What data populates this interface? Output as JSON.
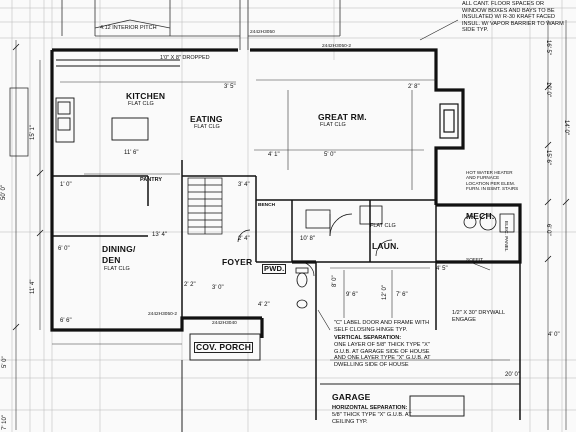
{
  "rooms": {
    "kitchen": "KITCHEN",
    "kitchen_ceiling": "FLAT CLG",
    "eating": "EATING",
    "eating_ceiling": "FLAT CLG",
    "great_room": "GREAT RM.",
    "great_room_ceiling": "FLAT CLG",
    "pantry": "PANTRY",
    "dining": "DINING/",
    "den": "DEN",
    "dining_ceiling": "FLAT CLG",
    "foyer": "FOYER",
    "pwd": "PWD.",
    "laundry": "LAUN.",
    "laundry_ceiling": "FLAT CLG",
    "mech": "MECH.",
    "cov_porch": "COV. PORCH",
    "garage": "GARAGE",
    "bench": "BENCH"
  },
  "notes": {
    "insulation": "ALL CANT. FLOOR SPACES OR WINDOW BOXES AND BAYS TO BE INSULATED W/ R-30 KRAFT FACED INSUL. W/ VAPOR BARRIER TO WARM SIDE TYP.",
    "interior_pitch": "4:12 INTERIOR PITCH",
    "dropped": "1'0\" X 8\" DROPPED",
    "door_frame": "\"C\" LABEL DOOR AND FRAME WITH SELF CLOSING HINGE TYP.",
    "vertical_sep": "VERTICAL SEPARATION:",
    "vertical_sep_text": "ONE LAYER OF 5/8\" THICK TYPE \"X\" G.U.B. AT GARAGE SIDE OF HOUSE AND ONE LAYER TYPE \"X\" G.U.B. AT DWELLING SIDE OF HOUSE",
    "horizontal_sep": "HORIZONTAL SEPARATION:",
    "horizontal_sep_text": "5/8\" THICK TYPE \"X\" G.U.B. AT CEILING TYP.",
    "drywall": "1/2\" X 30\" DRYWALL ENGAGE",
    "elec_panel": "ELEC. PANEL",
    "hot_water": "HOT WATER HEATER AND FURNACE LOCATION PER ELEM. FURN. IN BSMT. STAIRS",
    "soffit": "SOFFIT"
  },
  "window_tags": {
    "w1": "2442H3050",
    "w2": "2442H3050-2",
    "w3": "2442H3050-2",
    "w4": "2442H3040"
  },
  "dimensions": {
    "left_50": "50' 0\"",
    "left_5": "5' 0\"",
    "left_7": "7' 10\"",
    "left_15": "15' 1\"",
    "left_11": "11' 4\"",
    "right_10": "10' 0\"",
    "right_15": "15' 6\"",
    "right_16": "16' 5\"",
    "right_6": "6' 0\"",
    "right_14": "14' 0\"",
    "right_20": "20' 0\"",
    "right_4": "4' 0\"",
    "d_3_5": "3' 5\"",
    "d_2_8": "2' 8\"",
    "d_13_4": "13' 4\"",
    "d_6": "6' 0\"",
    "d_4_1": "4' 1\"",
    "d_5": "5' 0\"",
    "d_3": "3' 0\"",
    "d_2_2": "2' 2\"",
    "d_4_2": "4' 2\"",
    "d_9_6": "9' 6\"",
    "d_7_6": "7' 6\"",
    "d_8": "8' 0\"",
    "d_12": "12' 0\"",
    "d_10_8": "10' 8\"",
    "d_3_4": "3' 4\"",
    "d_2_4": "2' 4\"",
    "d_11_6": "11' 6\"",
    "d_1": "1' 0\"",
    "d_6_6": "6' 6\"",
    "d_4_5": "4' 5\""
  }
}
